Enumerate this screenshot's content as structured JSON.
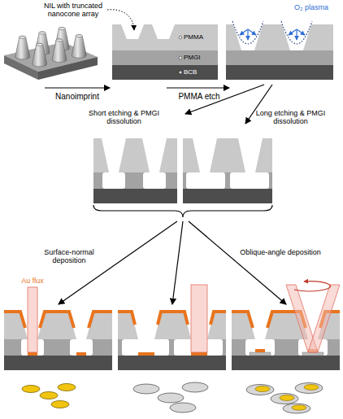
{
  "diagram": {
    "labels": [
      "NIL with truncated nanocone array",
      "PMMA",
      "PMGI",
      "BCB",
      "Nanoimprint",
      "PMMA etch",
      "O₂ plasma",
      "Short etching & PMGI dissolution",
      "Long etching & PMGI dissolution",
      "Surface-normal deposition",
      "Oblique-angle deposition",
      "Au flux"
    ]
  }
}
